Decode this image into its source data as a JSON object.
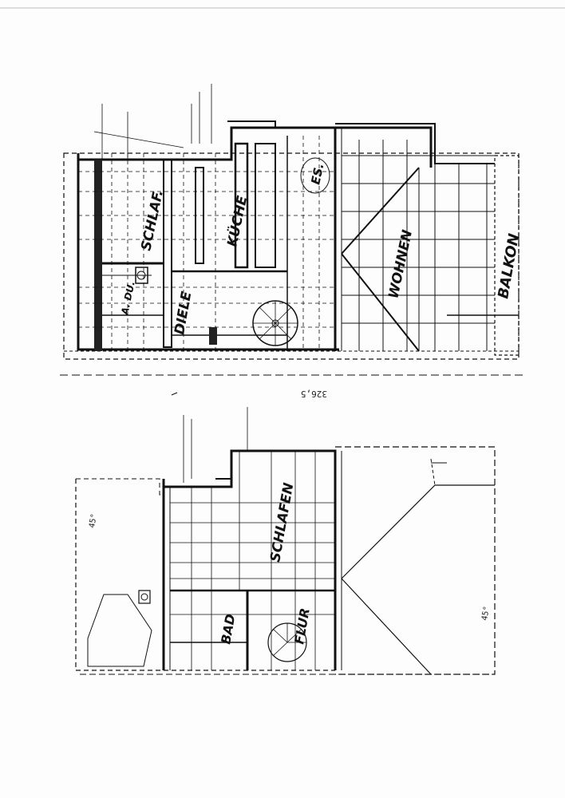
{
  "upper_plan": {
    "rooms": {
      "schlaf": "SCHLAF.",
      "kueche": "KÜCHE",
      "es": "ES.",
      "wohnen": "WOHNEN",
      "balkon": "BALKON",
      "diele": "DIELE",
      "abst": "A. DU."
    }
  },
  "lower_plan": {
    "rooms": {
      "schlafen": "SCHLAFEN",
      "bad": "BAD",
      "flur": "FLUR"
    }
  },
  "annotations": {
    "dimension_between": "326,5",
    "left_margin_a": "45°",
    "right_margin_a": "45°"
  }
}
